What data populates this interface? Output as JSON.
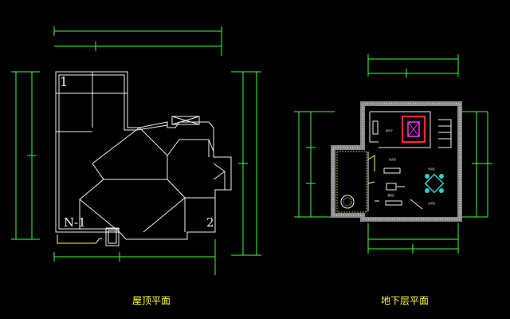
{
  "drawings": {
    "roof_plan": {
      "title": "屋顶平面",
      "label_1": "1",
      "label_n1": "N-1",
      "label_2": "2"
    },
    "basement_plan": {
      "title": "地下层平面",
      "room_label_1": "娱乐厅",
      "room_label_2": "健身室",
      "room_label_3": "影视区",
      "room_label_4": "酒吧区",
      "room_label_5": "台球室"
    }
  },
  "colors": {
    "background": "#000000",
    "linework": "#f0f0f0",
    "dimensions": "#39ff39",
    "titles": "#ffff3c",
    "furniture_red": "#ff2a2a",
    "furniture_magenta": "#ff33ff",
    "furniture_cyan": "#33cccc"
  }
}
